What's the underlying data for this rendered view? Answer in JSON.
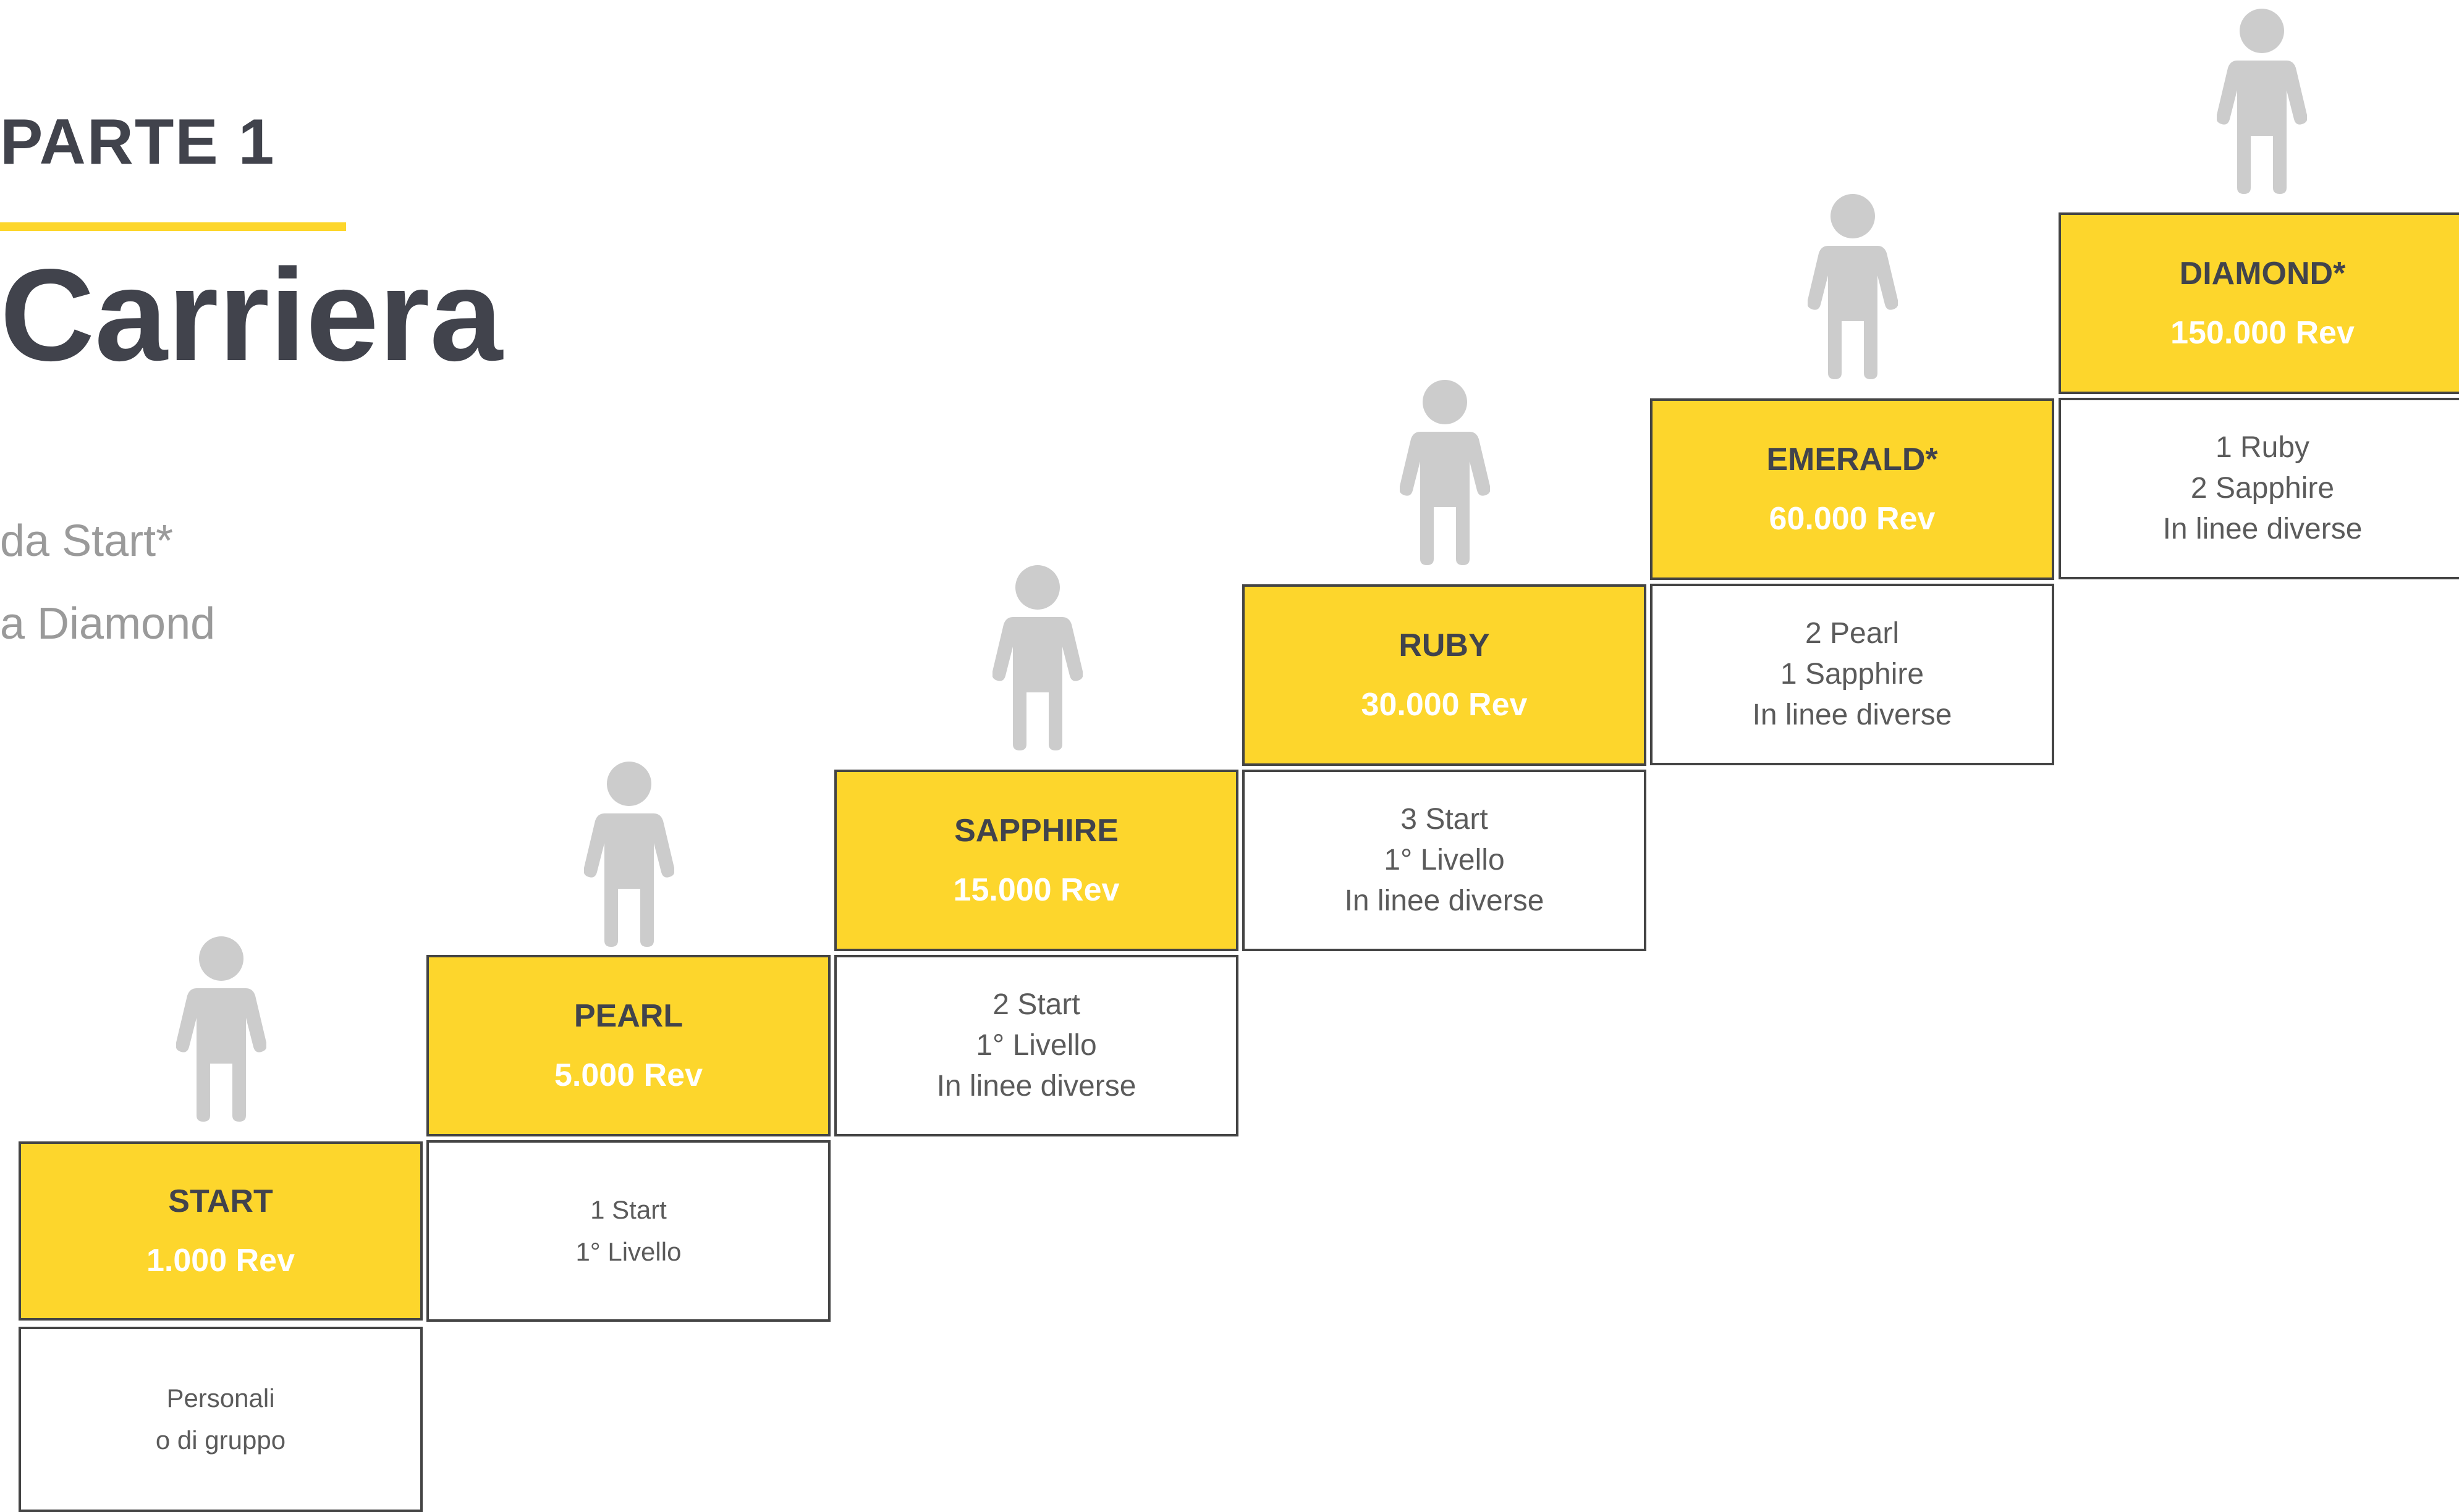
{
  "header": {
    "part_label": "PARTE 1",
    "title": "Carriera",
    "subtitle_line1": "da Start*",
    "subtitle_line2": "a Diamond"
  },
  "colors": {
    "accent": "#FDD62C",
    "text_dark": "#41434C",
    "text_gray": "#9A9A9A",
    "figure_gray": "#CCCCCC",
    "border": "#444444"
  },
  "levels": [
    {
      "name": "START",
      "rev": "1.000 Rev",
      "requirements": [
        "Personali",
        "o di gruppo"
      ],
      "icon": "person-icon"
    },
    {
      "name": "PEARL",
      "rev": "5.000 Rev",
      "requirements": [
        "1 Start",
        "1° Livello"
      ],
      "icon": "person-icon"
    },
    {
      "name": "SAPPHIRE",
      "rev": "15.000 Rev",
      "requirements": [
        "2 Start",
        "1° Livello",
        "In linee diverse"
      ],
      "icon": "person-icon"
    },
    {
      "name": "RUBY",
      "rev": "30.000 Rev",
      "requirements": [
        "3 Start",
        "1° Livello",
        "In linee diverse"
      ],
      "icon": "person-icon"
    },
    {
      "name": "EMERALD*",
      "rev": "60.000 Rev",
      "requirements": [
        "2 Pearl",
        "1 Sapphire",
        "In linee diverse"
      ],
      "icon": "person-icon"
    },
    {
      "name": "DIAMOND*",
      "rev": "150.000 Rev",
      "requirements": [
        "1 Ruby",
        "2 Sapphire",
        "In linee diverse"
      ],
      "icon": "person-icon"
    }
  ]
}
